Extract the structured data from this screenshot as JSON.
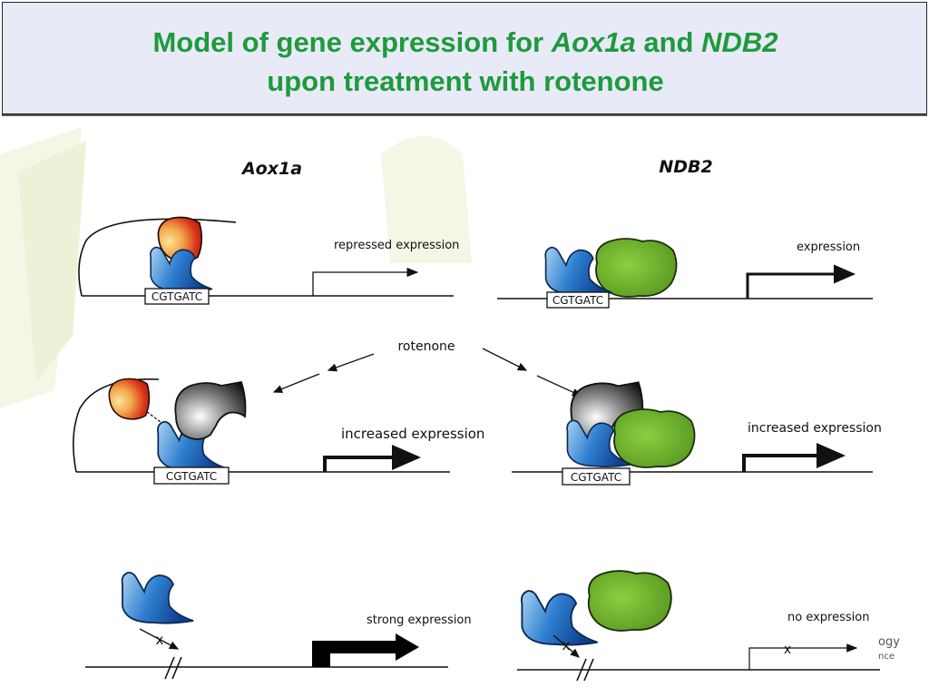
{
  "slide": {
    "title_line1_a": "Model of gene expression for ",
    "title_gene1": "Aox1a",
    "title_line1_b": " and ",
    "title_gene2": "NDB2",
    "title_line2": "upon treatment with rotenone"
  },
  "diagram": {
    "col_aox1a": "Aox1a",
    "col_ndb2": "NDB2",
    "motif": "CGTGATC",
    "treatment": "rotenone",
    "aox1a_states": [
      "repressed expression",
      "increased expression",
      "strong expression"
    ],
    "ndb2_states": [
      "expression",
      "increased expression",
      "no expression"
    ],
    "blocked_mark": "x"
  },
  "corner_fragment": {
    "line1": "ogy",
    "line2": "nce"
  },
  "colors": {
    "title_green": "#1e9a3c",
    "header_bg": "#e8eaf7",
    "blue_protein": "#2a72c4",
    "green_protein": "#6aab2c",
    "red_protein": "#d83a1a",
    "grey_protein": "#555555"
  }
}
